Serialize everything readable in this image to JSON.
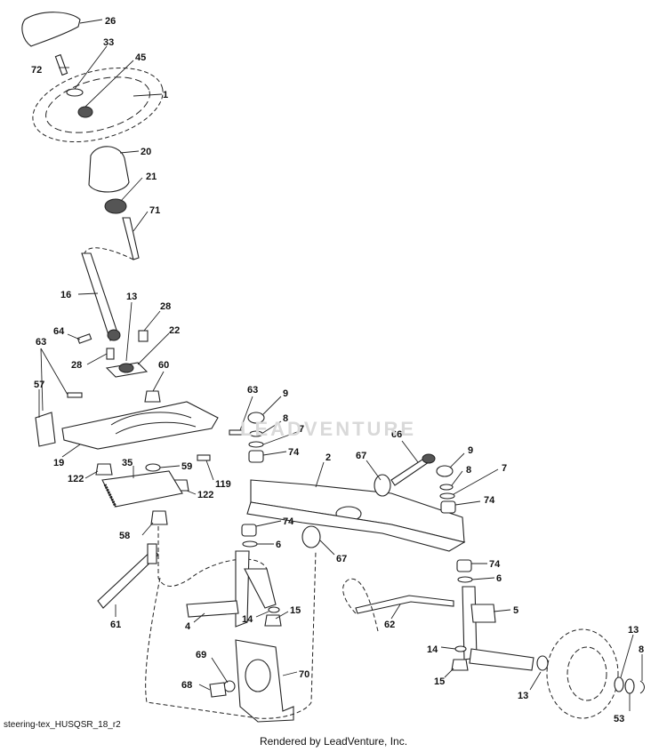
{
  "labels": [
    {
      "id": "l26",
      "text": "26"
    },
    {
      "id": "l33",
      "text": "33"
    },
    {
      "id": "l72",
      "text": "72"
    },
    {
      "id": "l45",
      "text": "45"
    },
    {
      "id": "l1",
      "text": "1"
    },
    {
      "id": "l20",
      "text": "20"
    },
    {
      "id": "l21",
      "text": "21"
    },
    {
      "id": "l71",
      "text": "71"
    },
    {
      "id": "l16",
      "text": "16"
    },
    {
      "id": "l13a",
      "text": "13"
    },
    {
      "id": "l28a",
      "text": "28"
    },
    {
      "id": "l64",
      "text": "64"
    },
    {
      "id": "l22",
      "text": "22"
    },
    {
      "id": "l28b",
      "text": "28"
    },
    {
      "id": "l63a",
      "text": "63"
    },
    {
      "id": "l60",
      "text": "60"
    },
    {
      "id": "l57",
      "text": "57"
    },
    {
      "id": "l19",
      "text": "19"
    },
    {
      "id": "l35",
      "text": "35"
    },
    {
      "id": "l59",
      "text": "59"
    },
    {
      "id": "l122a",
      "text": "122"
    },
    {
      "id": "l122b",
      "text": "122"
    },
    {
      "id": "l119",
      "text": "119"
    },
    {
      "id": "l58",
      "text": "58"
    },
    {
      "id": "l63b",
      "text": "63"
    },
    {
      "id": "l9a",
      "text": "9"
    },
    {
      "id": "l8a",
      "text": "8"
    },
    {
      "id": "l7a",
      "text": "7"
    },
    {
      "id": "l74a",
      "text": "74"
    },
    {
      "id": "l2",
      "text": "2"
    },
    {
      "id": "l66",
      "text": "66"
    },
    {
      "id": "l67a",
      "text": "67"
    },
    {
      "id": "l9b",
      "text": "9"
    },
    {
      "id": "l8b",
      "text": "8"
    },
    {
      "id": "l7b",
      "text": "7"
    },
    {
      "id": "l74b",
      "text": "74"
    },
    {
      "id": "l74c",
      "text": "74"
    },
    {
      "id": "l6a",
      "text": "6"
    },
    {
      "id": "l67b",
      "text": "67"
    },
    {
      "id": "l74d",
      "text": "74"
    },
    {
      "id": "l6b",
      "text": "6"
    },
    {
      "id": "l5",
      "text": "5"
    },
    {
      "id": "l62",
      "text": "62"
    },
    {
      "id": "l61",
      "text": "61"
    },
    {
      "id": "l4",
      "text": "4"
    },
    {
      "id": "l15a",
      "text": "15"
    },
    {
      "id": "l14a",
      "text": "14"
    },
    {
      "id": "l69",
      "text": "69"
    },
    {
      "id": "l70",
      "text": "70"
    },
    {
      "id": "l68",
      "text": "68"
    },
    {
      "id": "l14b",
      "text": "14"
    },
    {
      "id": "l15b",
      "text": "15"
    },
    {
      "id": "l13b",
      "text": "13"
    },
    {
      "id": "l13c",
      "text": "13"
    },
    {
      "id": "l8c",
      "text": "8"
    },
    {
      "id": "l53",
      "text": "53"
    }
  ],
  "diagram_code": "steering-tex_HUSQSR_18_r2",
  "credit": "Rendered by LeadVenture, Inc.",
  "watermark": "LEADVENTURE"
}
